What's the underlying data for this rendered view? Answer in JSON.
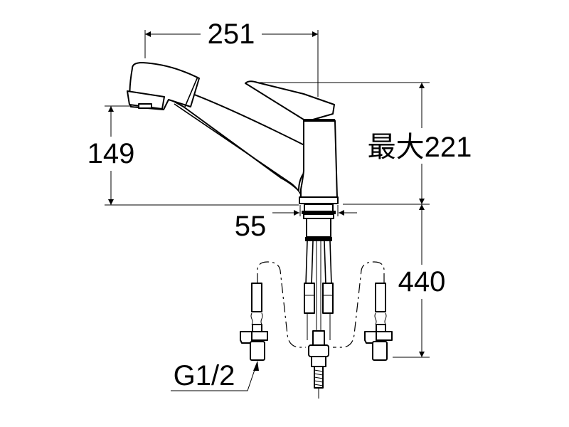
{
  "drawing": {
    "subject": "single-lever kitchen faucet with pull-out spray head",
    "units": "mm",
    "line_color": "#000000",
    "background_color": "#ffffff"
  },
  "dimensions": {
    "spout_reach": {
      "label": "251",
      "orientation": "horizontal"
    },
    "spout_height": {
      "label": "149",
      "orientation": "vertical"
    },
    "max_height": {
      "label": "最大221",
      "prefix": "最大",
      "value": "221",
      "orientation": "vertical"
    },
    "mount_diameter": {
      "label": "55",
      "orientation": "horizontal"
    },
    "hose_length": {
      "label": "440",
      "orientation": "vertical"
    },
    "connection_thread": {
      "label": "G1/2",
      "orientation": "leader"
    }
  },
  "components": [
    "spray-head",
    "spout",
    "lever-handle",
    "faucet-body",
    "mounting-shank",
    "supply-hoses",
    "shower-hose",
    "left-inlet-connector",
    "right-inlet-connector"
  ]
}
